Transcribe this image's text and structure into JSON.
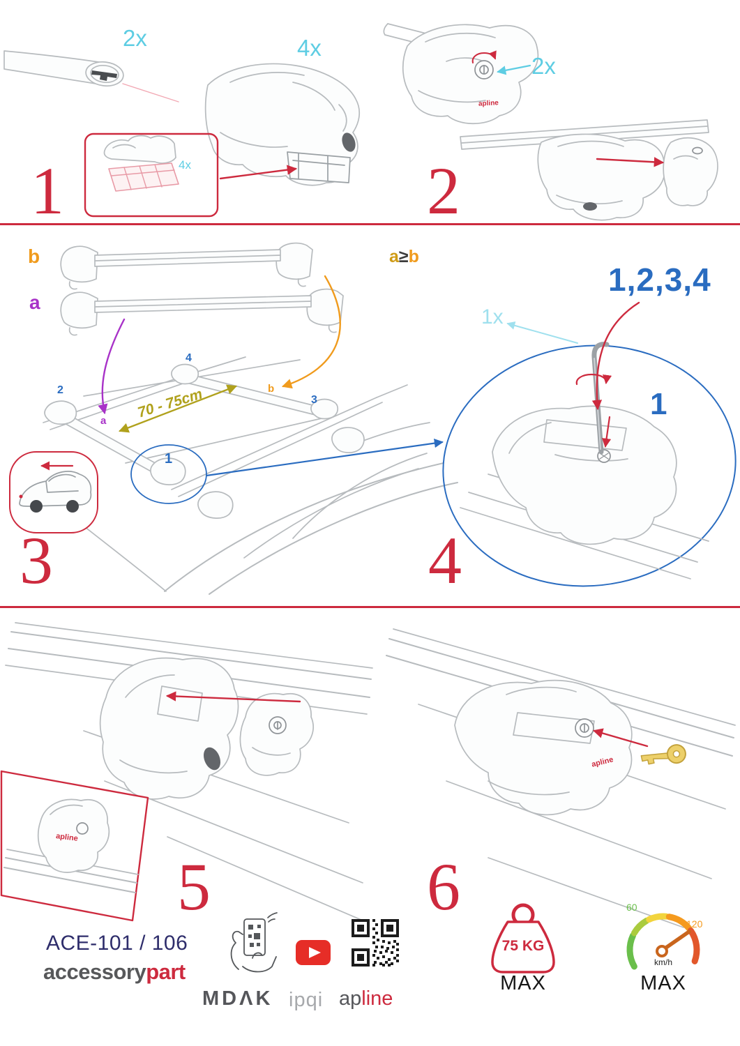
{
  "colors": {
    "crimson": "#cd2a3e",
    "cyan": "#5ecde3",
    "light_cyan": "#9fe0ee",
    "blue": "#2a6cc0",
    "purple": "#a832c8",
    "orange": "#f09b1d",
    "olive": "#b0a11c",
    "navy": "#2e2d6b",
    "gray": "#57585a"
  },
  "steps": {
    "s1": {
      "num": "1",
      "bar_qty": "2x",
      "foot_qty": "4x",
      "pad_qty": "4x"
    },
    "s2": {
      "num": "2",
      "lock_qty": "2x"
    },
    "s3": {
      "num": "3",
      "bar_b": "b",
      "bar_a": "a",
      "roof_b": "b",
      "roof_a": "a",
      "pos1": "1",
      "pos2": "2",
      "pos3": "3",
      "pos4": "4",
      "dimension": "70 - 75cm"
    },
    "s4": {
      "num": "4",
      "key_qty": "1x",
      "sequence": "1,2,3,4",
      "first": "1",
      "cond_a": "a",
      "cond_op": "≥",
      "cond_b": "b"
    },
    "s5": {
      "num": "5"
    },
    "s6": {
      "num": "6"
    }
  },
  "brand_on_foot": "apline",
  "footer": {
    "model": "ACE-101 / 106",
    "brand_gray": "accessory",
    "brand_red": "part",
    "mdak": "MDΛK",
    "ipqi": "ipqi",
    "ap": "ap",
    "line": "line",
    "weight": "75 KG",
    "weight_max": "MAX",
    "speed_60": "60",
    "speed_120": "120",
    "speed_unit": "km/h",
    "speed_max": "MAX"
  }
}
